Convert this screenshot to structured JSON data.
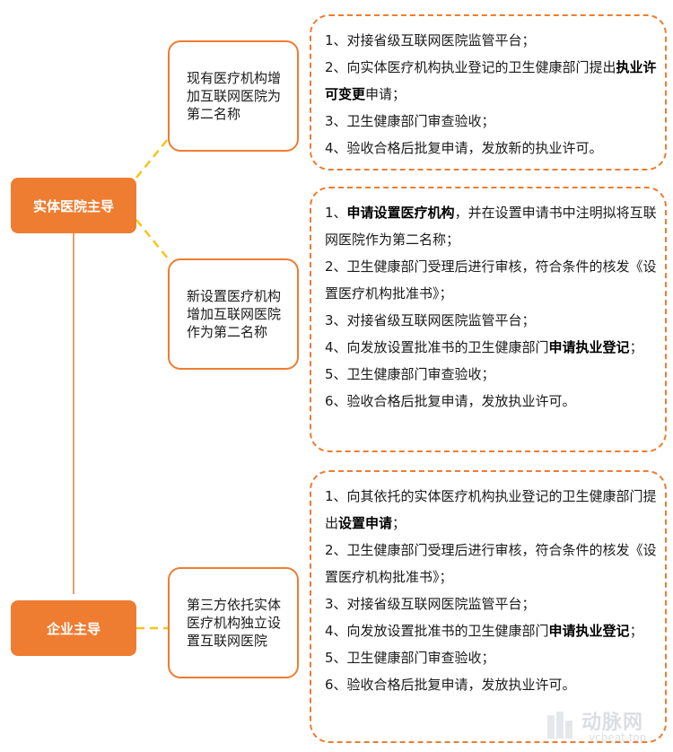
{
  "leaders": {
    "physical": "实体医院主导",
    "enterprise": "企业主导"
  },
  "modes": {
    "mode1": "现有医疗机构增加互联网医院为第二名称",
    "mode2": "新设置医疗机构增加互联网医院作为第二名称",
    "mode3": "第三方依托实体医疗机构独立设置互联网医院"
  },
  "steps": {
    "mode1": [
      [
        {
          "t": "1、对接省级互联网医院监管平台；",
          "b": false
        }
      ],
      [
        {
          "t": "2、向实体医疗机构执业登记的卫生健康部门提出",
          "b": false
        },
        {
          "t": "执业许可变更",
          "b": true
        },
        {
          "t": "申请；",
          "b": false
        }
      ],
      [
        {
          "t": "3、卫生健康部门审查验收；",
          "b": false
        }
      ],
      [
        {
          "t": "4、验收合格后批复申请，发放新的执业许可。",
          "b": false
        }
      ]
    ],
    "mode2": [
      [
        {
          "t": "1、",
          "b": false
        },
        {
          "t": "申请设置医疗机构",
          "b": true
        },
        {
          "t": "，并在设置申请书中注明拟将互联网医院作为第二名称；",
          "b": false
        }
      ],
      [
        {
          "t": "2、卫生健康部门受理后进行审核，符合条件的核发《设置医疗机构批准书》；",
          "b": false
        }
      ],
      [
        {
          "t": "3、对接省级互联网医院监管平台；",
          "b": false
        }
      ],
      [
        {
          "t": "4、向发放设置批准书的卫生健康部门",
          "b": false
        },
        {
          "t": "申请执业登记",
          "b": true
        },
        {
          "t": "；",
          "b": false
        }
      ],
      [
        {
          "t": "5、卫生健康部门审查验收；",
          "b": false
        }
      ],
      [
        {
          "t": "6、验收合格后批复申请，发放执业许可。",
          "b": false
        }
      ]
    ],
    "mode3": [
      [
        {
          "t": "1、向其依托的实体医疗机构执业登记的卫生健康部门提出",
          "b": false
        },
        {
          "t": "设置申请",
          "b": true
        },
        {
          "t": "；",
          "b": false
        }
      ],
      [
        {
          "t": "2、卫生健康部门受理后进行审核，符合条件的核发《设置医疗机构批准书》；",
          "b": false
        }
      ],
      [
        {
          "t": "3、对接省级互联网医院监管平台；",
          "b": false
        }
      ],
      [
        {
          "t": "4、向发放设置批准书的卫生健康部门",
          "b": false
        },
        {
          "t": "申请执业登记",
          "b": true
        },
        {
          "t": "；",
          "b": false
        }
      ],
      [
        {
          "t": "5、卫生健康部门审查验收；",
          "b": false
        }
      ],
      [
        {
          "t": "6、验收合格后批复申请，发放执业许可。",
          "b": false
        }
      ]
    ]
  },
  "watermark": {
    "cn": "动脉网",
    "en": "vcbeat.top"
  },
  "colors": {
    "accent": "#ee7d31",
    "connector_dash": "#f5c518",
    "vertical_line": "#e8a070"
  }
}
